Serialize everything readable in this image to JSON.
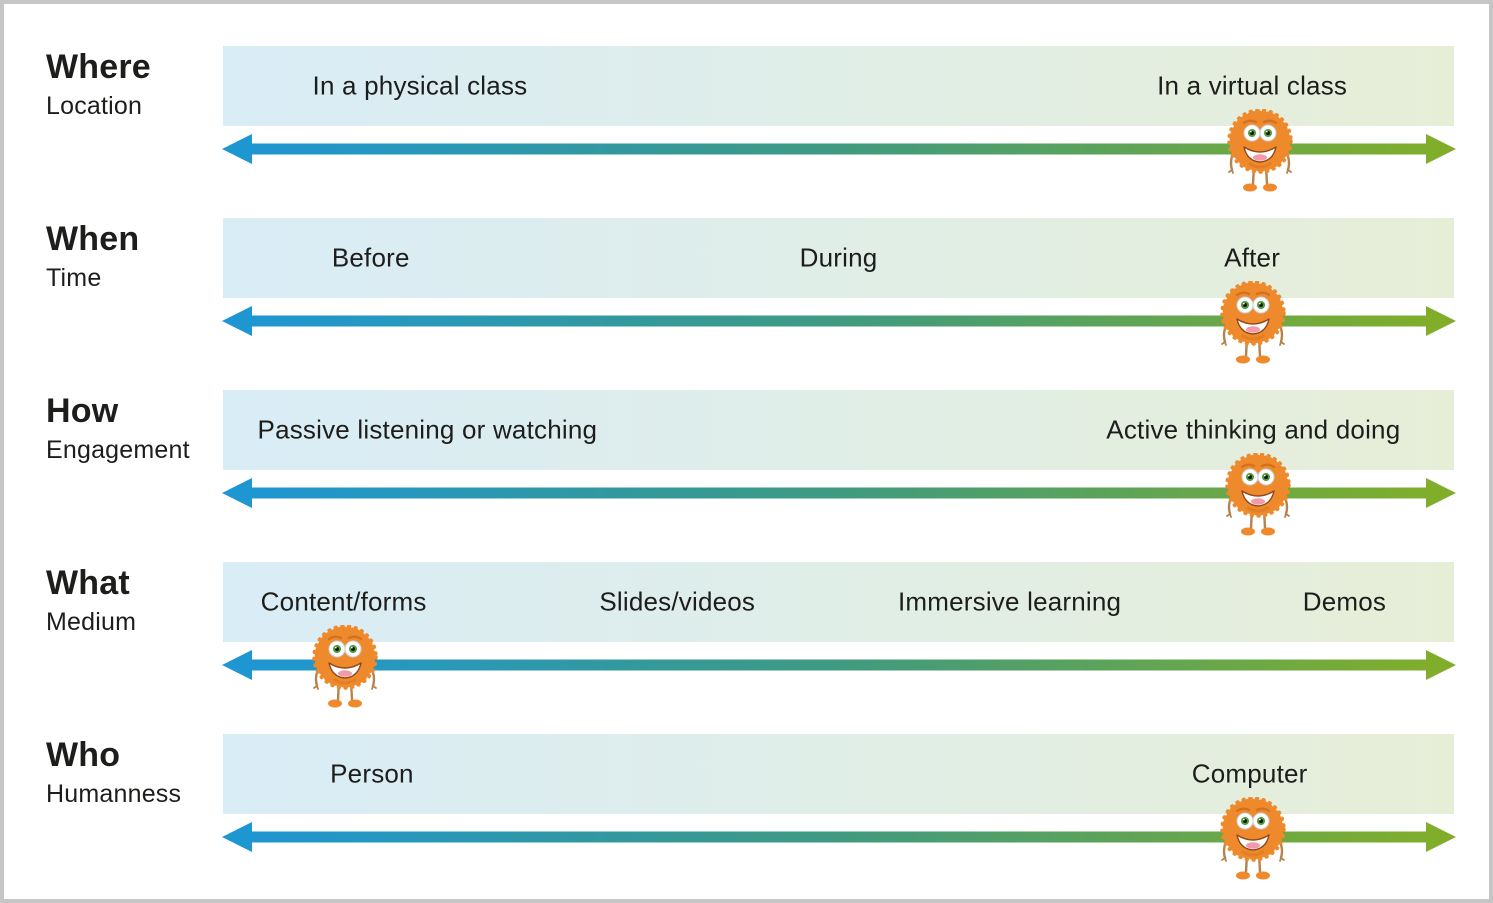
{
  "page": {
    "background": "#ffffff",
    "border_color": "#c6c6c6"
  },
  "colors": {
    "strip_gradient_start": "#d9edf7",
    "strip_gradient_end": "#e7eed8",
    "arrow_blue": "#1e96d2",
    "arrow_teal": "#3f9a80",
    "arrow_green": "#80ae2b",
    "mascot_orange": "#ef8a2c",
    "mascot_eye_green": "#4e9b37",
    "text_color": "#1d1d1b"
  },
  "rows": [
    {
      "title": "Where",
      "subtitle": "Location",
      "labels": [
        {
          "text": "In a physical class",
          "x_pct": 16.0
        },
        {
          "text": "In a virtual class",
          "x_pct": 83.6
        }
      ],
      "marker": {
        "icon": "monster-mascot",
        "x_pct": 84.2
      }
    },
    {
      "title": "When",
      "subtitle": "Time",
      "labels": [
        {
          "text": "Before",
          "x_pct": 12.0
        },
        {
          "text": "During",
          "x_pct": 50.0
        },
        {
          "text": "After",
          "x_pct": 83.6
        }
      ],
      "marker": {
        "icon": "monster-mascot",
        "x_pct": 83.7
      }
    },
    {
      "title": "How",
      "subtitle": "Engagement",
      "labels": [
        {
          "text": "Passive listening or watching",
          "x_pct": 16.6
        },
        {
          "text": "Active thinking and doing",
          "x_pct": 83.7
        }
      ],
      "marker": {
        "icon": "monster-mascot",
        "x_pct": 84.1
      }
    },
    {
      "title": "What",
      "subtitle": "Medium",
      "labels": [
        {
          "text": "Content/forms",
          "x_pct": 9.8
        },
        {
          "text": "Slides/videos",
          "x_pct": 36.9
        },
        {
          "text": "Immersive learning",
          "x_pct": 63.9
        },
        {
          "text": "Demos",
          "x_pct": 91.1
        }
      ],
      "marker": {
        "icon": "monster-mascot",
        "x_pct": 9.9
      }
    },
    {
      "title": "Who",
      "subtitle": "Humanness",
      "labels": [
        {
          "text": "Person",
          "x_pct": 12.1
        },
        {
          "text": "Computer",
          "x_pct": 83.4
        }
      ],
      "marker": {
        "icon": "monster-mascot",
        "x_pct": 83.7
      }
    }
  ]
}
